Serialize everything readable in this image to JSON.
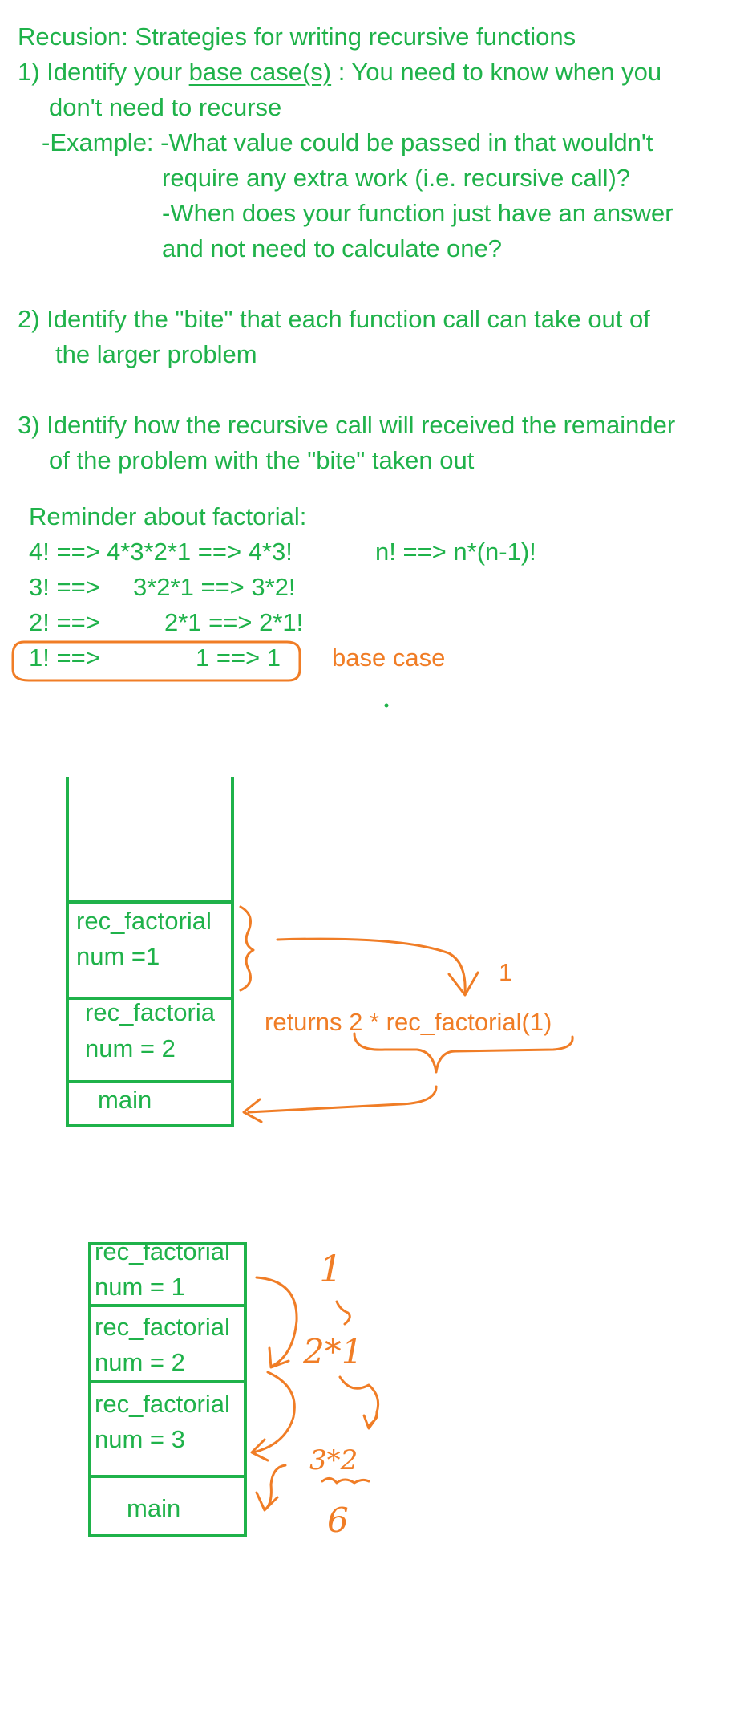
{
  "title": "Recusion: Strategies for writing recursive functions",
  "step1": {
    "lead": "1) Identify your ",
    "underlined": "base case(s)",
    "tail": " : You need to know when you",
    "cont": "don't need to recurse",
    "example_a": "-Example: -What value could be passed in that wouldn't",
    "example_b": "require any extra work (i.e. recursive call)?",
    "example_c": "-When does your function just have an answer",
    "example_d": "and not need to calculate one?"
  },
  "step2": {
    "line1": "2) Identify the \"bite\" that each function call can take out of",
    "line2": "the larger problem"
  },
  "step3": {
    "line1": "3) Identify how the recursive call will received the remainder",
    "line2": "of the problem with the \"bite\" taken out"
  },
  "factorial": {
    "heading": "Reminder about factorial:",
    "rows": [
      {
        "left": "4! ==>",
        "right": "4*3*2*1 ==> 4*3!"
      },
      {
        "left": "3! ==>",
        "right": "3*2*1 ==>  3*2!"
      },
      {
        "left": "2! ==>",
        "right": "2*1 ==> 2*1!"
      },
      {
        "left": "1! ==>",
        "right": "1 ==> 1"
      }
    ],
    "general": "n! ==> n*(n-1)!",
    "base_label": "base case"
  },
  "stack1": {
    "frames": [
      {
        "name": "rec_factorial",
        "param": "num =1"
      },
      {
        "name": "rec_factoria",
        "param": "num = 2"
      }
    ],
    "main": "main",
    "return_value": "1",
    "returns_note": "returns 2 * rec_factorial(1)"
  },
  "stack2": {
    "frames": [
      {
        "name": "rec_factorial",
        "param": "num = 1"
      },
      {
        "name": "rec_factorial",
        "param": " num = 2"
      },
      {
        "name": "rec_factorial",
        "param": "num = 3"
      }
    ],
    "main": "main",
    "notes": [
      "1",
      "2*1",
      "3*2",
      "6"
    ]
  },
  "colors": {
    "green": "#1fb24a",
    "orange": "#f07d26",
    "background": "#ffffff"
  }
}
